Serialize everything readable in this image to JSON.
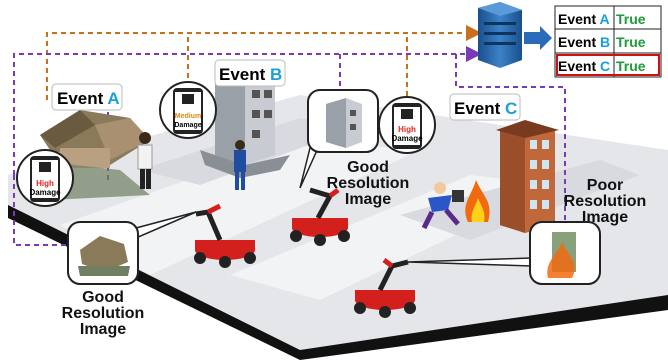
{
  "events": {
    "a": {
      "word": "Event",
      "letter": "A"
    },
    "b": {
      "word": "Event",
      "letter": "B"
    },
    "c": {
      "word": "Event",
      "letter": "C"
    }
  },
  "phone_badges": {
    "high_a": {
      "level": "High",
      "suffix": "Damage"
    },
    "medium_b": {
      "level": "Medium",
      "suffix": "Damage"
    },
    "high_c": {
      "level": "High",
      "suffix": "Damage"
    }
  },
  "image_labels": {
    "good_left": [
      "Good",
      "Resolution",
      "Image"
    ],
    "good_center": [
      "Good",
      "Resolution",
      "Image"
    ],
    "poor_right": [
      "Poor",
      "Resolution",
      "Image"
    ]
  },
  "result_table": {
    "rows": [
      {
        "event": "Event",
        "letter": "A",
        "status": "True"
      },
      {
        "event": "Event",
        "letter": "B",
        "status": "True"
      },
      {
        "event": "Event",
        "letter": "C",
        "status": "True"
      }
    ]
  },
  "colors": {
    "orange_line": "#c8701e",
    "purple_line": "#7a3ab8",
    "event_letter": "#1aa0d8",
    "true_green": "#1e9a3a",
    "high_red": "#e0241c",
    "medium_orange": "#e08a10",
    "robot_red": "#d4201c",
    "server_blue": "#2266aa"
  }
}
